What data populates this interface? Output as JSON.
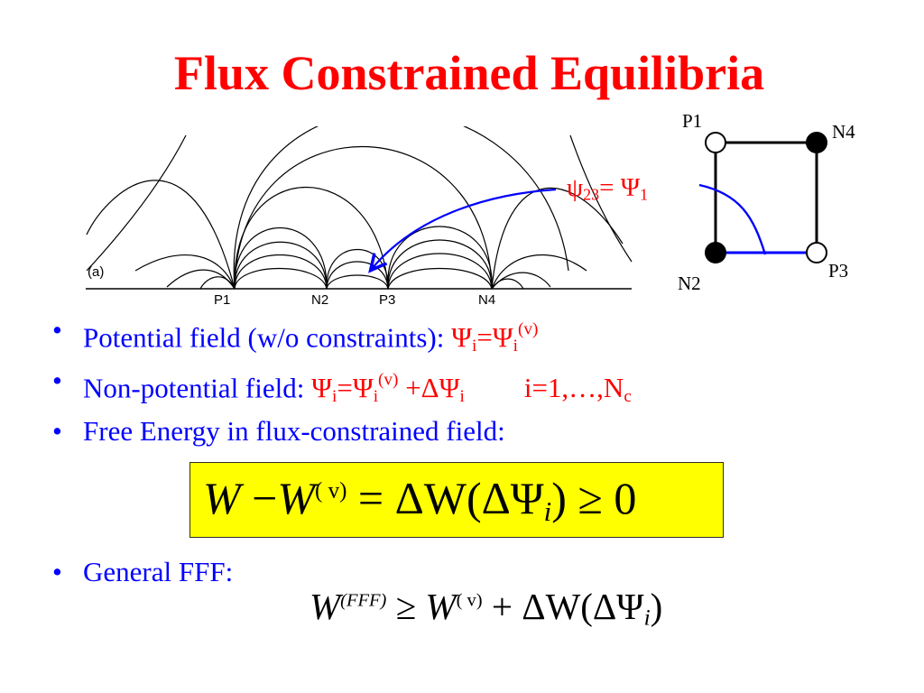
{
  "slide": {
    "title": "Flux Constrained Equilibria"
  },
  "figure": {
    "panel_label": "(a)",
    "axis_labels": [
      "P1",
      "N2",
      "P3",
      "N4"
    ],
    "annotation": {
      "psi": "ψ",
      "psi_sub": "23",
      "equals": "= ",
      "Psi": "Ψ",
      "Psi_sub": "1"
    },
    "box_labels": {
      "p1": "P1",
      "n4": "N4",
      "n2": "N2",
      "p3": "P3"
    },
    "colors": {
      "arrow": "#0000ff",
      "annotation": "#ff0000"
    }
  },
  "bullets": [
    {
      "text": "Potential field (w/o constraints): ",
      "math": {
        "a": "Ψ",
        "a_sub": "i",
        "eq": "=",
        "b": "Ψ",
        "b_sub": "i",
        "b_sup": "(v)"
      }
    },
    {
      "text": "Non-potential field:  ",
      "math": {
        "a": "Ψ",
        "a_sub": "i",
        "eq": "=",
        "b": "Ψ",
        "b_sub": "i",
        "b_sup": "(v)",
        "plus": " +ΔΨ",
        "plus_sub": "i",
        "range": "i=1,…,N",
        "range_sub": "c"
      }
    },
    {
      "text": "Free Energy in flux-constrained field:"
    },
    {
      "text": "General FFF:"
    }
  ],
  "equation_boxed": {
    "lhs_W": "W",
    "minus": " −",
    "W2": "W",
    "sup": "( v)",
    "equals": " = ΔW(ΔΨ",
    "sub": "i",
    "rest": ") ≥ 0",
    "box_color": "#ffff00"
  },
  "equation_fff": {
    "W": "W",
    "sup": "(FFF)",
    "geq": " ≥ ",
    "W2": "W",
    "sup2": "( v)",
    "rest": " + ΔW(ΔΨ",
    "sub": "i",
    "close": ")"
  },
  "bullet_symbol": "•"
}
